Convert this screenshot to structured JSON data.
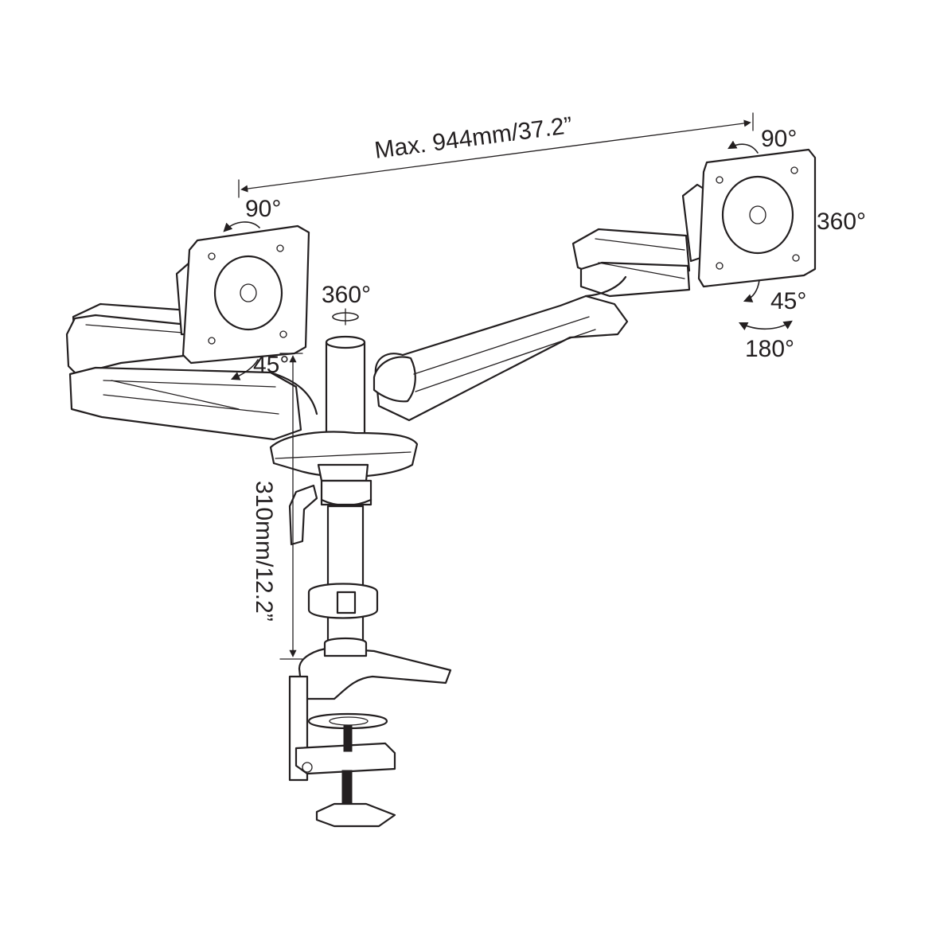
{
  "diagram": {
    "labels": {
      "max_span": "Max. 944mm/37.2”",
      "left_tilt": "90°",
      "left_swivel": "45°",
      "pole_rotation": "360°",
      "right_tilt": "90°",
      "right_rotation": "360°",
      "right_swivel": "45°",
      "right_pan": "180°",
      "pole_height": "310mm/12.2”"
    },
    "colors": {
      "line": "#231f20",
      "background": "#ffffff"
    },
    "icons": [
      "rotation-arrow-icon",
      "vesa-plate-icon",
      "desk-clamp-icon"
    ]
  }
}
